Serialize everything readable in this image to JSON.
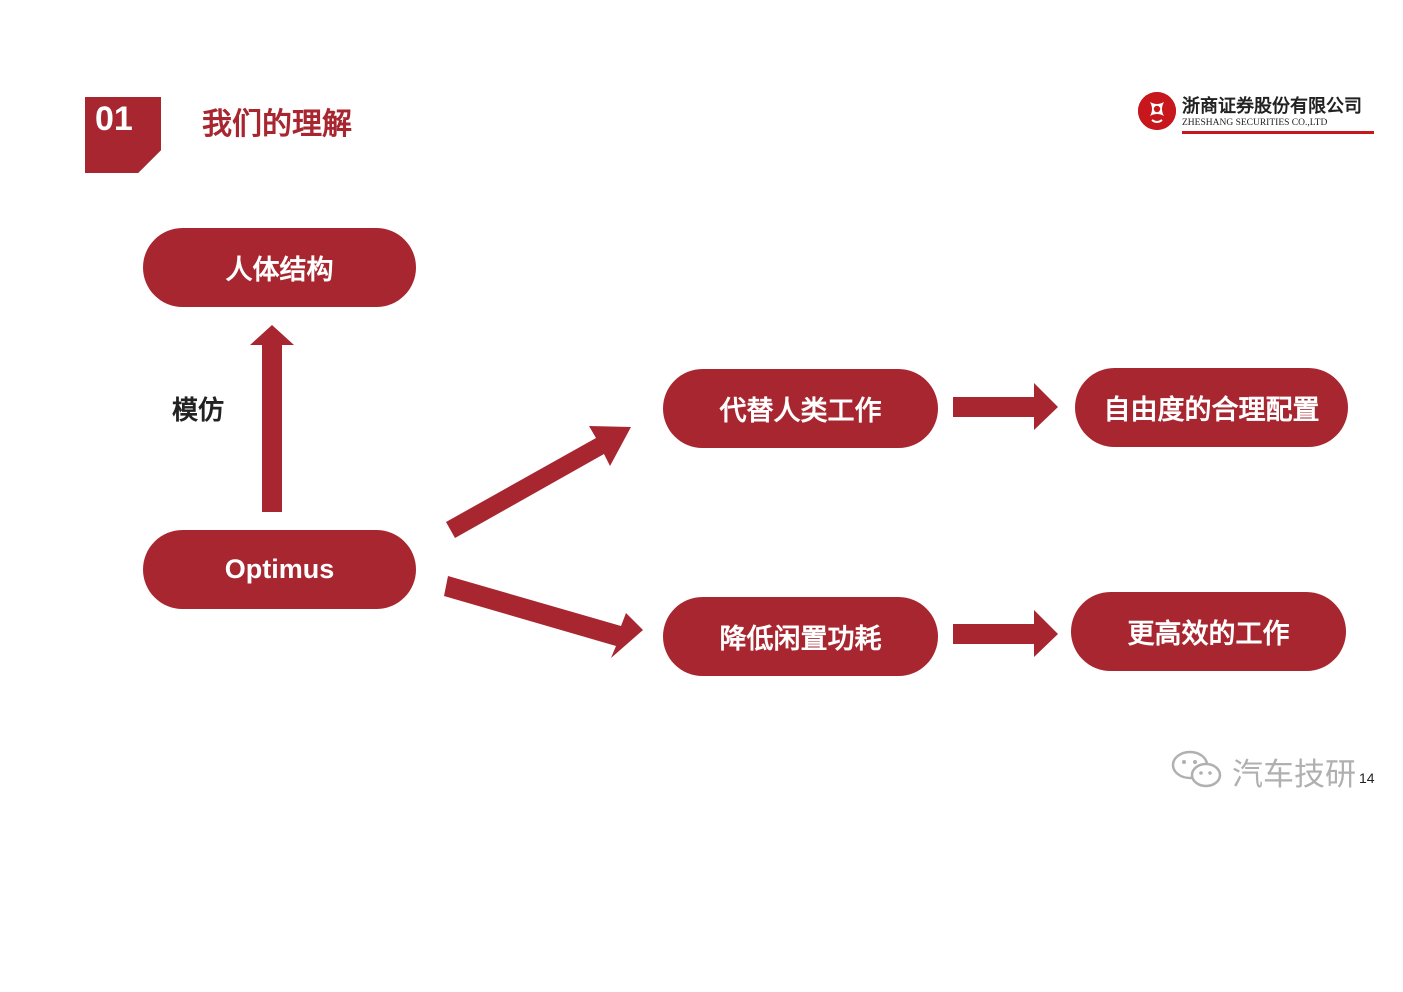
{
  "header": {
    "section_number": "01",
    "section_title": "我们的理解"
  },
  "logo": {
    "name_cn": "浙商证券股份有限公司",
    "name_en": "ZHESHANG SECURITIES CO.,LTD"
  },
  "diagram": {
    "nodes": {
      "human_structure": "人体结构",
      "optimus": "Optimus",
      "replace_human_work": "代替人类工作",
      "reduce_idle_power": "降低闲置功耗",
      "rational_dof_config": "自由度的合理配置",
      "more_efficient_work": "更高效的工作"
    },
    "edge_label_imitate": "模仿"
  },
  "watermark": {
    "text": "汽车技研"
  },
  "page_number": "14",
  "colors": {
    "accent": "#a8262f",
    "logo_red": "#c8161d"
  }
}
